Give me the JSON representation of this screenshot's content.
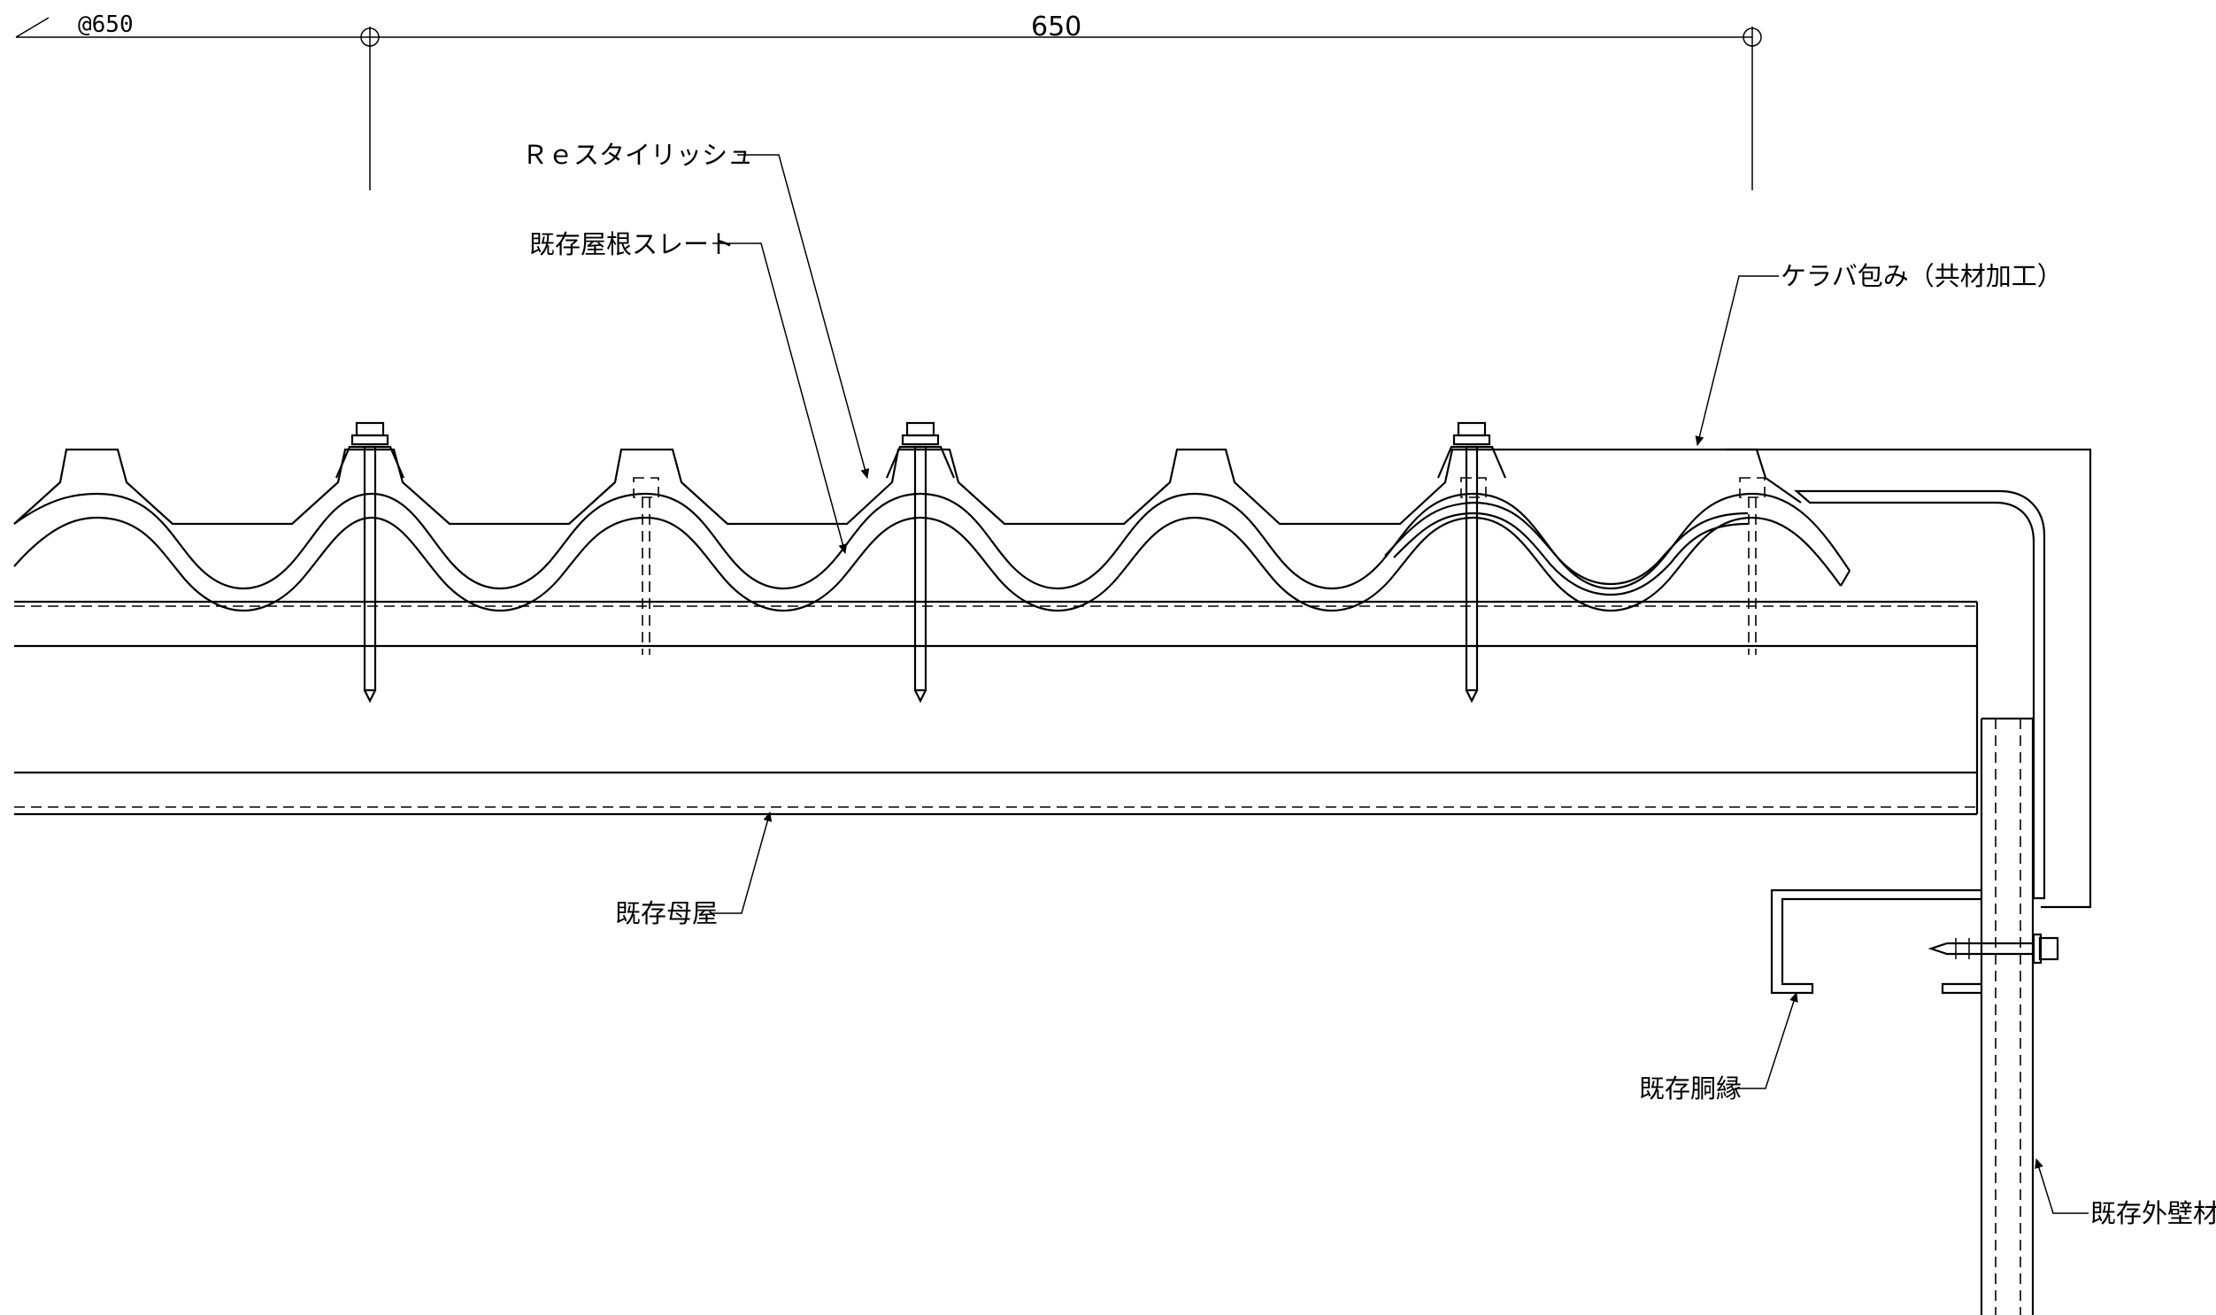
{
  "drawing": {
    "pitch_label": "@650",
    "span_dimension": "650"
  },
  "labels": {
    "re_stylish": "Ｒｅスタイリッシュ",
    "existing_slate": "既存屋根スレート",
    "verge_wrap": "ケラバ包み（共材加工）",
    "existing_purlin": "既存母屋",
    "existing_girt": "既存胴縁",
    "existing_wall": "既存外壁材"
  }
}
